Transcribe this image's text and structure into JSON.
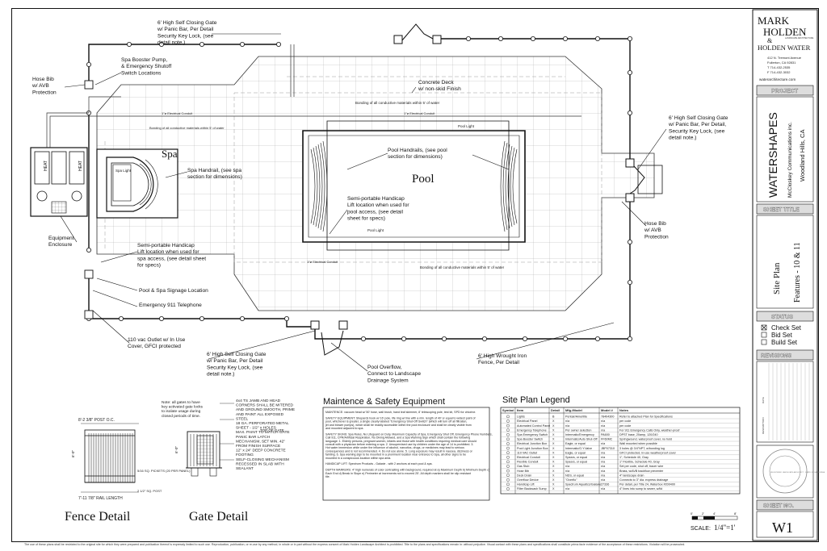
{
  "title_block": {
    "firm_line1": "MARK",
    "firm_line2": "HOLDEN",
    "firm_amp": "&",
    "firm_line3": "HOLDEN WATER",
    "firm_small": "LANDSCAPE ARCHITECTURE",
    "address_1": "412 N. Tremont Avenue",
    "address_2": "Fullerton, CA 92831",
    "phone": "T 714-432-2535",
    "fax": "F 714-432-3032",
    "website": "waterarchitecture.com",
    "project_header": "PROJECT",
    "project_name": "WATERSHAPES",
    "client_name": "McCloskey Communications inc.",
    "location": "Woodland Hills, CA",
    "sheet_title_header": "SHEET TITLE",
    "sheet_title_1": "Site Plan",
    "sheet_title_2": "Features - 10 & 11",
    "status_header": "STATUS",
    "status_items": [
      {
        "label": "Check Set",
        "checked": true
      },
      {
        "label": "Bid Set",
        "checked": false
      },
      {
        "label": "Build Set",
        "checked": false
      }
    ],
    "revisions_header": "REVISIONS",
    "rev_col_desc": "DESCRIPTION",
    "rev_col_date": "DATE",
    "seal_text": "REGISTERED LANDSCAPE ARCHITECT · STATE OF CALIFORNIA",
    "sheet_no_header": "SHEET NO.",
    "sheet_no": "W1"
  },
  "plan": {
    "spa_label": "Spa",
    "pool_label": "Pool",
    "spa_light": "Spa Light",
    "pool_light": "Pool Light",
    "bonding_note": "Bonding of all conductive materials within 5' of water",
    "electrical_conduit": "1\"ø Electrical Conduit",
    "heat_1": "HEAT",
    "heat_2": "HEAT"
  },
  "callouts": [
    "6' High Self Closing Gate\nw/ Panic Bar, Per Detail\nSecurity Key Lock, (see\ndetail note.)",
    "Spa Booster Pump,\n& Emergency Shutoff\nSwitch Locations",
    "Hose Bib\nw/ AVB\nProtection",
    "Concrete Deck\nw/ non-skid Finish",
    "Pool Handrails, (see pool\nsection for dimensions)",
    "Spa Handrail, (see spa\nsection for dimensions)",
    "Semi-portable Handicap\nLift location when used for\npool access, (see detail\nsheet for specs)",
    "Equipment\nEnclosure",
    "Semi-portable Handicap\nLift location when used for\nspa access, (see detail sheet\nfor specs)",
    "Pool & Spa Signage Location",
    "Emergency 911 Telephone",
    "110 vac Outlet w/ In Use\nCover, GFCI protected",
    "6' High Self Closing Gate\nw/ Panic Bar, Per Detail\nSecurity Key Lock, (see\ndetail note.)",
    "Pool Overflow,\nConnect to Landscape\nDrainage System",
    "6' High Wrought Iron\nFence, Per Detail",
    "6' High Self Closing Gate\nw/ Panic Bar, Per Detail,\nSecurity Key Lock, (see\ndetail note.)",
    "Hose Bib\nw/ AVB\nProtection"
  ],
  "fence_detail": {
    "title": "Fence Detail",
    "dim_top": "8'-2 3/8\" POST O.C.",
    "dim_bottom": "7'-11 7/8\" RAIL LENGTH",
    "pickets": "5/16 SQ. PICKETS (20 PER PANEL)",
    "post": "2 1/2\" SQ. POST",
    "height": "6'-0\""
  },
  "gate_detail": {
    "title": "Gate Detail",
    "note": "Note: all gates to have key activated gate locks to isolate usage during closed periods of time.",
    "spec": "4x4 TS JAMB AND HEAD CORNERS SHALL BE MITERED AND GROUND SMOOTH, PRIME AND PAINT ALL EXPOSED STEEL\n18 GA. PERFORATED METAL SHEET - 1/2\" x HOLES MAX. PAINT TO MATCH GATE\nPANIC BAR LATCH MECHANISM, SET MIN. 42\" FROM FINISH SURFACE\n12\" x 24\" DEEP CONCRETE FOOTING\nSELF-CLOSING MECHANISM RECESSED IN SLAB WITH SEALANT",
    "top_of_gate": "TOP OF GATE",
    "height": "6'-0\""
  },
  "maintenance": {
    "title": "Maintence & Safety Equipment",
    "paragraphs": [
      "MAINTENCE: vacuum head w/ 50' hose, wall brush, hand leaf skimmer, 8' telescoping pole, test kit, SPD for chlorine.",
      "SAFETY EQUIPMENT: Shepards hook w/ 16' pole, life ring w/ line with a min. length of 40' or equal to widest point of pool, whichever is greater, a single clearly labeled \"Emergency Shut-Off Switch\" (which will turn off all filtration, jet and blower pumps), which shall be readily accessible within the pool enclosure and shall be clearly visible from and mounted adjacent to spa.",
      "SAFETY SIGNS: Spa Rules, No Lifeguard on Duty, Maximum Capacity of Spa, Emergency Shut Off, Emergency Phone Numbers, Call 911, CPR/Artificial Respiration, No Diving Allowed, and a Spa Warning Sign which shall contain the following language: 1. Elderly persons, pregnant women, infants and those with health conditions requiring medical care should consult with a physician before entering a spa. 2. Unsupervised use by children under the age of 14 is prohibited. 3. Hot water immersion while under the influence of alcohol, narcotics, drugs, or medicines may lead to serious consequences and is not recommended. 4. Do not use alone. 5. Long exposure may result in nausea, dizziness or fainting. 6. Spa warning sign to be mounted in a prominent location near entrance to Spa, all other signs to be mounted in a conspicuous location within spa area.",
      "HANDICAP LIFT: Spectrum Products - Galaxie - with 2 anchors at each pool & spa.",
      "DEPTH MARKERS: 4\" high numerals of color contrasting with background, required at a) Maximum Depth b) Minimum Depth c) Each End d) Break in Slope e) Perimeter at increments not to exceed 25'. All depth markers shall be slip resistant tile."
    ]
  },
  "legend": {
    "title": "Site Plan Legend",
    "headers": [
      "Symbol",
      "Item",
      "Detail",
      "Mfg./Model",
      "Model #",
      "Notes"
    ],
    "rows": [
      [
        "Lights",
        "B",
        "Pentair/Amerilite",
        "78404300",
        "Refer to attached Plan for Specifications"
      ],
      [
        "Electrical Panel",
        "X",
        "n/a",
        "n/a",
        "per code"
      ],
      [
        "Automated Control Panel",
        "X",
        "n/a",
        "n/a",
        "per code"
      ],
      [
        "Emergency Telephone",
        "X",
        "Per owner selection",
        "n/a",
        "For 911 Emergency Calls Only, weather-proof"
      ],
      [
        "Spa Emergency Switch",
        "X",
        "Intermatic/Emergency",
        "PA600",
        "DPST base, 20amp, 120/240"
      ],
      [
        "Spa Booster Switch",
        "X",
        "Intermatic/Auto Shut-Off",
        "FF60MC",
        "Springwound, waterproof cover, no hold"
      ],
      [
        "Electrical Junction Box",
        "X",
        "Eagle, or equal",
        "n/a",
        "Wall mounted when possible"
      ],
      [
        "Pool Light Junction Box",
        "X",
        "Intermatic/G.Y.Valve",
        "JBP07310",
        "3 holes @ 3/4\"NPT, w/bonding lug"
      ],
      [
        "110 VAC Outlet",
        "X",
        "Eagle, or equal",
        "n/a",
        "GFCI protected, in-use weatherproof cover"
      ],
      [
        "Electrical Conduit",
        "X",
        "Spears, or equal",
        "n/a",
        "1\", Schedule 40, Gray"
      ],
      [
        "Flexible Conduit",
        "X",
        "Spears, or equal",
        "n/a",
        "1\" Flexible, Schedule 40, Gray"
      ],
      [
        "Gas Stub",
        "X",
        "n/a",
        "n/a",
        "Set per code, shut off, tracer wire"
      ],
      [
        "Hose Bib",
        "X",
        "n/a",
        "n/a",
        "Brass, w/AVB backflow preventer"
      ],
      [
        "Deck Drain",
        "X",
        "NDS, or equal",
        "n/a",
        "4\" landscape drain"
      ],
      [
        "Overflow Device",
        "X",
        "\"Overflo\"",
        "n/a",
        "Connects to 3\" dia. express drainage"
      ],
      [
        "Handicap Lift",
        "X",
        "Spectrum Aquatics/Galaxie",
        "27336",
        "Per detail, per Title 24, Waterbox #200400"
      ],
      [
        "Filter Backwash Sump",
        "X",
        "n/a",
        "n/a",
        "4\" lines into sump to sewer, w/lid"
      ]
    ]
  },
  "scale": {
    "label": "SCALE:",
    "value": "1/4\"=1'",
    "ticks": [
      "0'",
      "2'",
      "4'",
      "8'"
    ]
  },
  "footer_text": "The use of these plans shall be restricted to the original site for which they were prepared and publication thereof is expressly limited to such use. Reproduction, publication, or re-use by any method, in whole or in part without the express consent of Mark Holden Landscape Architect is prohibited. Title to the plans and specifications remain in: without prejudice. Visual contact with these plans and specifications shall constitute prima facie evidence of the acceptance of these restrictions. Violation will be prosecuted."
}
